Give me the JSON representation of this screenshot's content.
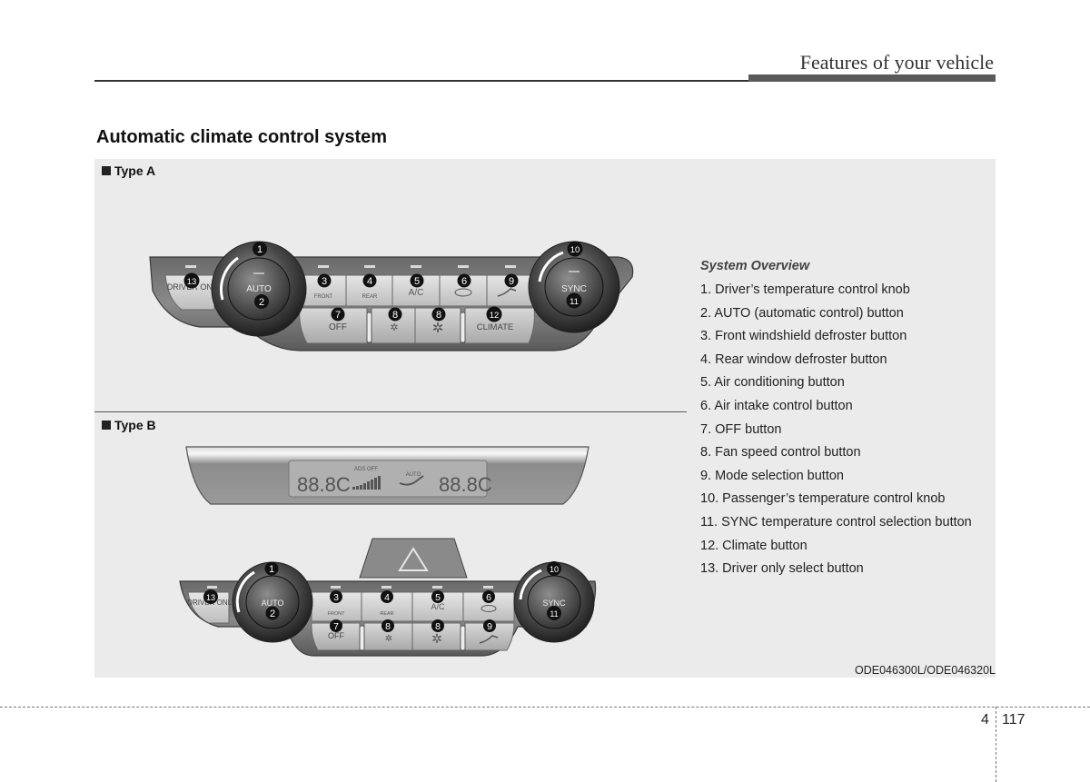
{
  "header": {
    "title": "Features of your vehicle"
  },
  "section": {
    "title": "Automatic climate control system"
  },
  "figure": {
    "type_a_label": "Type A",
    "type_b_label": "Type B",
    "code": "ODE046300L/ODE046320L",
    "buttons": {
      "driver_only": "DRIVER ONLY",
      "auto": "AUTO",
      "front": "FRONT",
      "rear": "REAR",
      "ac": "A/C",
      "sync": "SYNC",
      "off": "OFF",
      "climate": "CLIMATE"
    },
    "display": {
      "left_temp": "88.8C",
      "right_temp": "88.8C",
      "ads_off": "ADS OFF",
      "auto": "AUTO"
    },
    "callouts": [
      "1",
      "2",
      "3",
      "4",
      "5",
      "6",
      "7",
      "8",
      "9",
      "10",
      "11",
      "12",
      "13"
    ]
  },
  "overview": {
    "title": "System Overview",
    "items": [
      "1. Driver’s temperature control knob",
      "2. AUTO (automatic control) button",
      "3. Front windshield defroster button",
      "4. Rear window defroster button",
      "5. Air conditioning button",
      "6. Air intake control button",
      "7. OFF button",
      "8. Fan speed control button",
      "9. Mode selection button",
      "10. Passenger’s temperature control knob",
      "11. SYNC temperature control selection button",
      "12. Climate button",
      "13. Driver only select button"
    ]
  },
  "footer": {
    "chapter": "4",
    "page": "117"
  }
}
